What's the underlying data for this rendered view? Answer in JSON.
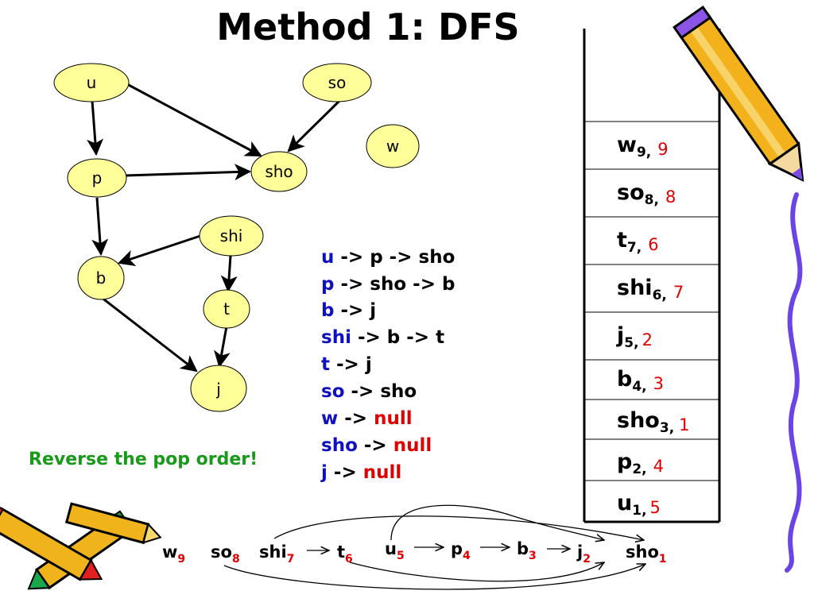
{
  "title": "Method 1: DFS",
  "note": "Reverse the pop order!",
  "colors": {
    "node_fill": "#ffff99",
    "blue": "#1010c0",
    "red": "#e00000",
    "green": "#1a9a1a",
    "stack_line": "#000000"
  },
  "graph": {
    "nodes": [
      {
        "id": "u",
        "label": "u"
      },
      {
        "id": "so",
        "label": "so"
      },
      {
        "id": "w",
        "label": "w"
      },
      {
        "id": "p",
        "label": "p"
      },
      {
        "id": "sho",
        "label": "sho"
      },
      {
        "id": "shi",
        "label": "shi"
      },
      {
        "id": "b",
        "label": "b"
      },
      {
        "id": "t",
        "label": "t"
      },
      {
        "id": "j",
        "label": "j"
      }
    ],
    "edges": [
      {
        "from": "u",
        "to": "p"
      },
      {
        "from": "u",
        "to": "sho"
      },
      {
        "from": "so",
        "to": "sho"
      },
      {
        "from": "p",
        "to": "sho"
      },
      {
        "from": "p",
        "to": "b"
      },
      {
        "from": "shi",
        "to": "b"
      },
      {
        "from": "shi",
        "to": "t"
      },
      {
        "from": "t",
        "to": "j"
      },
      {
        "from": "b",
        "to": "j"
      }
    ]
  },
  "adjacency": [
    {
      "node": "u",
      "rest": " -> p -> sho",
      "null": ""
    },
    {
      "node": "p",
      "rest": " -> sho -> b",
      "null": ""
    },
    {
      "node": "b",
      "rest": " -> j",
      "null": ""
    },
    {
      "node": "shi",
      "rest": " -> b -> t",
      "null": ""
    },
    {
      "node": "t",
      "rest": " -> j",
      "null": ""
    },
    {
      "node": "so",
      "rest": " -> sho",
      "null": ""
    },
    {
      "node": "w",
      "rest": " -> ",
      "null": "null"
    },
    {
      "node": "sho",
      "rest": " -> ",
      "null": "null"
    },
    {
      "node": "j",
      "rest": " -> ",
      "null": "null"
    }
  ],
  "stack": [
    {
      "name": "w",
      "push": "9",
      "pop": "9"
    },
    {
      "name": "so",
      "push": "8",
      "pop": "8"
    },
    {
      "name": "t",
      "push": "7",
      "pop": "6"
    },
    {
      "name": "shi",
      "push": "6",
      "pop": "7"
    },
    {
      "name": "j",
      "push": "5",
      "pop": "2"
    },
    {
      "name": "b",
      "push": "4",
      "pop": "3"
    },
    {
      "name": "sho",
      "push": "3",
      "pop": "1"
    },
    {
      "name": "p",
      "push": "2",
      "pop": "4"
    },
    {
      "name": "u",
      "push": "1",
      "pop": "5"
    }
  ],
  "order": [
    {
      "name": "w",
      "num": "9"
    },
    {
      "name": "so",
      "num": "8"
    },
    {
      "name": "shi",
      "num": "7"
    },
    {
      "name": "t",
      "num": "6"
    },
    {
      "name": "u",
      "num": "5"
    },
    {
      "name": "p",
      "num": "4"
    },
    {
      "name": "b",
      "num": "3"
    },
    {
      "name": "j",
      "num": "2"
    },
    {
      "name": "sho",
      "num": "1"
    }
  ]
}
